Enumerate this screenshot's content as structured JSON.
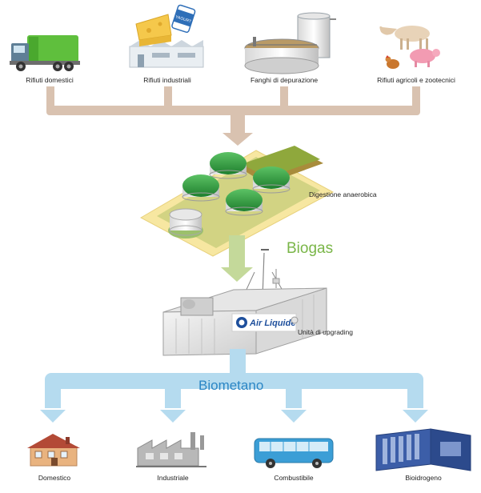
{
  "sources": {
    "domestic": "Rifiuti domestici",
    "industrial": "Rifiuti industriali",
    "sludge": "Fanghi di depurazione",
    "agri": "Rifiuti agricoli e zootecnici"
  },
  "process": {
    "digestion": "Digestione anaerobica",
    "biogas": "Biogas",
    "upgrading": "Unità di upgrading",
    "biomethane": "Biometano",
    "brand": "Air Liquide",
    "yogurt_label": "YAOURT"
  },
  "uses": {
    "domestic": "Domestico",
    "industrial": "Industriale",
    "fuel": "Combustibile",
    "biohydrogen": "Bioidrogeno"
  },
  "colors": {
    "brown_pipe": "#d9c2b0",
    "green_pipe": "#c4d99a",
    "blue_pipe": "#b5dbef",
    "biogas_text": "#7ab648",
    "biomethane_text": "#2b86c5",
    "pad": "#f7e7a1",
    "dome": "#2f9e3f"
  }
}
